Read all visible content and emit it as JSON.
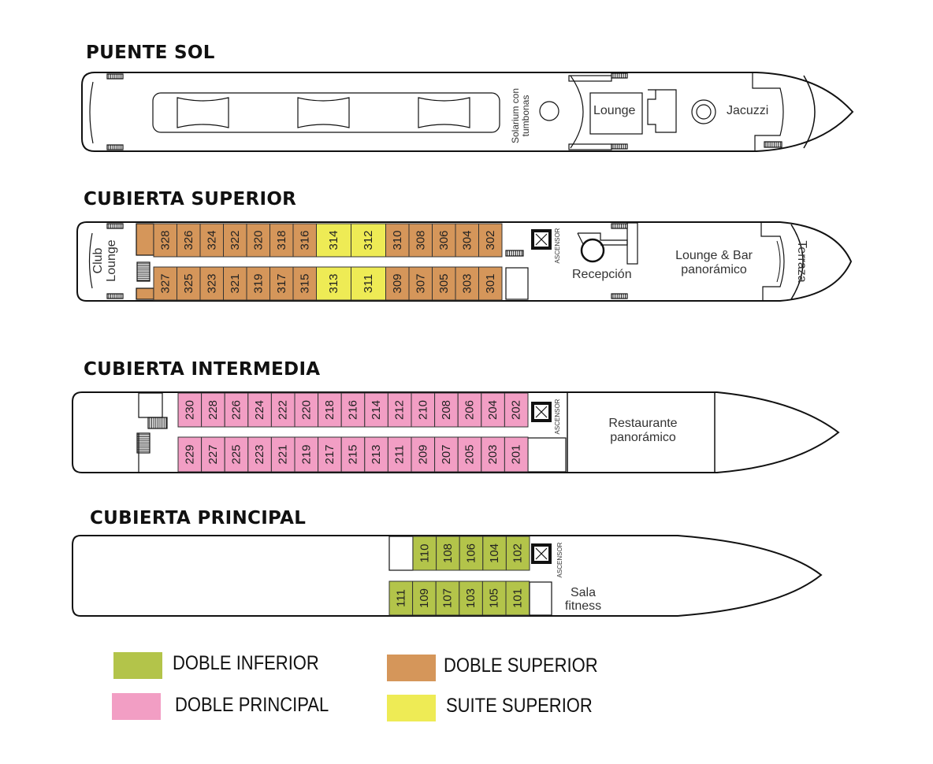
{
  "colors": {
    "doble_inferior": "#b3c44a",
    "doble_principal": "#f29ec4",
    "doble_superior": "#d5965a",
    "suite_superior": "#eeeb55",
    "outline": "#111111"
  },
  "decks": {
    "puente_sol": {
      "title": "PUENTE SOL",
      "labels": {
        "solarium": "Solarium con tumbonas",
        "lounge": "Lounge",
        "jacuzzi": "Jacuzzi"
      }
    },
    "cubierta_superior": {
      "title": "CUBIERTA SUPERIOR",
      "labels": {
        "club_lounge": "Club Lounge",
        "ascensor": "ASCENSOR",
        "recepcion": "Recepción",
        "lounge_bar": "Lounge & Bar panorámico",
        "lounge_bar_line1": "Lounge & Bar",
        "lounge_bar_line2": "panorámico",
        "terraza": "Terraza"
      },
      "top_row": [
        {
          "num": "328",
          "type": "doble_superior"
        },
        {
          "num": "326",
          "type": "doble_superior"
        },
        {
          "num": "324",
          "type": "doble_superior"
        },
        {
          "num": "322",
          "type": "doble_superior"
        },
        {
          "num": "320",
          "type": "doble_superior"
        },
        {
          "num": "318",
          "type": "doble_superior"
        },
        {
          "num": "316",
          "type": "doble_superior"
        },
        {
          "num": "314",
          "type": "suite_superior",
          "wide": true
        },
        {
          "num": "312",
          "type": "suite_superior",
          "wide": true
        },
        {
          "num": "310",
          "type": "doble_superior"
        },
        {
          "num": "308",
          "type": "doble_superior"
        },
        {
          "num": "306",
          "type": "doble_superior"
        },
        {
          "num": "304",
          "type": "doble_superior"
        },
        {
          "num": "302",
          "type": "doble_superior"
        }
      ],
      "bottom_row": [
        {
          "num": "327",
          "type": "doble_superior"
        },
        {
          "num": "325",
          "type": "doble_superior"
        },
        {
          "num": "323",
          "type": "doble_superior"
        },
        {
          "num": "321",
          "type": "doble_superior"
        },
        {
          "num": "319",
          "type": "doble_superior"
        },
        {
          "num": "317",
          "type": "doble_superior"
        },
        {
          "num": "315",
          "type": "doble_superior"
        },
        {
          "num": "313",
          "type": "suite_superior",
          "wide": true
        },
        {
          "num": "311",
          "type": "suite_superior",
          "wide": true
        },
        {
          "num": "309",
          "type": "doble_superior"
        },
        {
          "num": "307",
          "type": "doble_superior"
        },
        {
          "num": "305",
          "type": "doble_superior"
        },
        {
          "num": "303",
          "type": "doble_superior"
        },
        {
          "num": "301",
          "type": "doble_superior"
        }
      ]
    },
    "cubierta_intermedia": {
      "title": "CUBIERTA INTERMEDIA",
      "labels": {
        "ascensor": "ASCENSOR",
        "restaurante_line1": "Restaurante",
        "restaurante_line2": "panorámico"
      },
      "top_row": [
        "230",
        "228",
        "226",
        "224",
        "222",
        "220",
        "218",
        "216",
        "214",
        "212",
        "210",
        "208",
        "206",
        "204",
        "202"
      ],
      "bottom_row": [
        "229",
        "227",
        "225",
        "223",
        "221",
        "219",
        "217",
        "215",
        "213",
        "211",
        "209",
        "207",
        "205",
        "203",
        "201"
      ],
      "type": "doble_principal"
    },
    "cubierta_principal": {
      "title": "CUBIERTA PRINCIPAL",
      "labels": {
        "ascensor": "ASCENSOR",
        "sala_line1": "Sala",
        "sala_line2": "fitness"
      },
      "top_row": [
        "110",
        "108",
        "106",
        "104",
        "102"
      ],
      "bottom_row": [
        "111",
        "109",
        "107",
        "103",
        "105",
        "101"
      ],
      "type": "doble_inferior"
    }
  },
  "legend": [
    {
      "label": "DOBLE INFERIOR",
      "type": "doble_inferior"
    },
    {
      "label": "DOBLE SUPERIOR",
      "type": "doble_superior"
    },
    {
      "label": "DOBLE PRINCIPAL",
      "type": "doble_principal"
    },
    {
      "label": "SUITE SUPERIOR",
      "type": "suite_superior"
    }
  ]
}
